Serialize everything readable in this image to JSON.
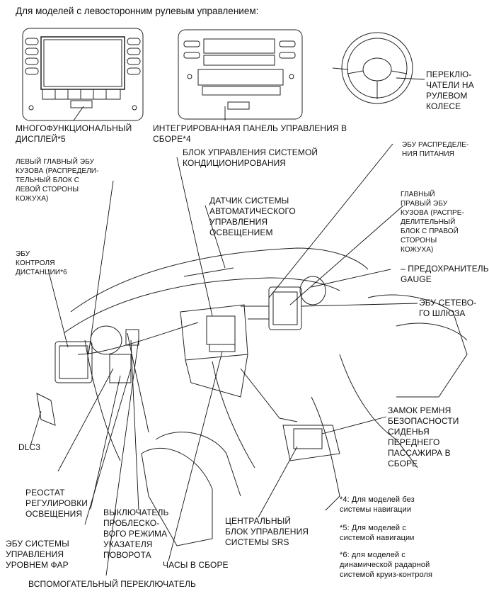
{
  "header": "Для моделей с левосторонним рулевым управлением:",
  "labels": {
    "multifunction_display": "МНОГОФУНКЦИОНАЛЬНЫЙ\nДИСПЛЕЙ*5",
    "integrated_panel": "ИНТЕГРИРОВАННАЯ ПАНЕЛЬ УПРАВЛЕНИЯ В\nСБОРЕ*4",
    "steering_switches": "ПЕРЕКЛЮ-\nЧАТЕЛИ НА\nРУЛЕВОМ\nКОЛЕСЕ",
    "left_main_body_ecu": "ЛЕВЫЙ ГЛАВНЫЙ ЭБУ\nКУЗОВА (РАСПРЕДЕЛИ-\nТЕЛЬНЫЙ БЛОК С\nЛЕВОЙ СТОРОНЫ\nКОЖУХА)",
    "ac_control_block": "БЛОК УПРАВЛЕНИЯ СИСТЕМОЙ\nКОНДИЦИОНИРОВАНИЯ",
    "power_distribution_ecu": "ЭБУ РАСПРЕДЕЛЕ-\nНИЯ ПИТАНИЯ",
    "auto_light_sensor": "ДАТЧИК СИСТЕМЫ\nАВТОМАТИЧЕСКОГО\nУПРАВЛЕНИЯ\nОСВЕЩЕНИЕМ",
    "right_main_body_ecu": "ГЛАВНЫЙ\nПРАВЫЙ ЭБУ\nКУЗОВА (РАСПРЕ-\nДЕЛИТЕЛЬНЫЙ\nБЛОК С ПРАВОЙ\nСТОРОНЫ\nКОЖУХА)",
    "distance_control_ecu": "ЭБУ\nКОНТРОЛЯ\nДИСТАНЦИИ*6",
    "gauge_fuse": "– ПРЕДОХРАНИТЕЛЬ\nGAUGE",
    "network_gateway_ecu": "ЭБУ СЕТЕВО-\nГО ШЛЮЗА",
    "dlc3": "DLC3",
    "seat_belt_buckle": "ЗАМОК РЕМНЯ\nБЕЗОПАСНОСТИ\nСИДЕНЬЯ\nПЕРЕДНЕГО\nПАССАЖИРА В\nСБОРЕ",
    "rheostat": "РЕОСТАТ\nРЕГУЛИРОВКИ\nОСВЕЩЕНИЯ",
    "hazard_switch": "ВЫКЛЮЧАТЕЛЬ\nПРОБЛЕСКО-\nВОГО РЕЖИМА\nУКАЗАТЕЛЯ\nПОВОРОТА",
    "srs_center_unit": "ЦЕНТРАЛЬНЫЙ\nБЛОК УПРАВЛЕНИЯ\nСИСТЕМЫ SRS",
    "headlamp_leveling_ecu": "ЭБУ СИСТЕМЫ\nУПРАВЛЕНИЯ\nУРОВНЕМ ФАР",
    "clock": "ЧАСЫ В СБОРЕ",
    "aux_switch": "ВСПОМОГАТЕЛЬНЫЙ ПЕРЕКЛЮЧАТЕЛЬ"
  },
  "footnotes": {
    "note4": "*4: Для моделей без\nсистемы навигации",
    "note5": "*5: Для моделей с\nсистемой навигации",
    "note6": "*6: для моделей с\nдинамической радарной\nсистемой круиз-контроля"
  }
}
